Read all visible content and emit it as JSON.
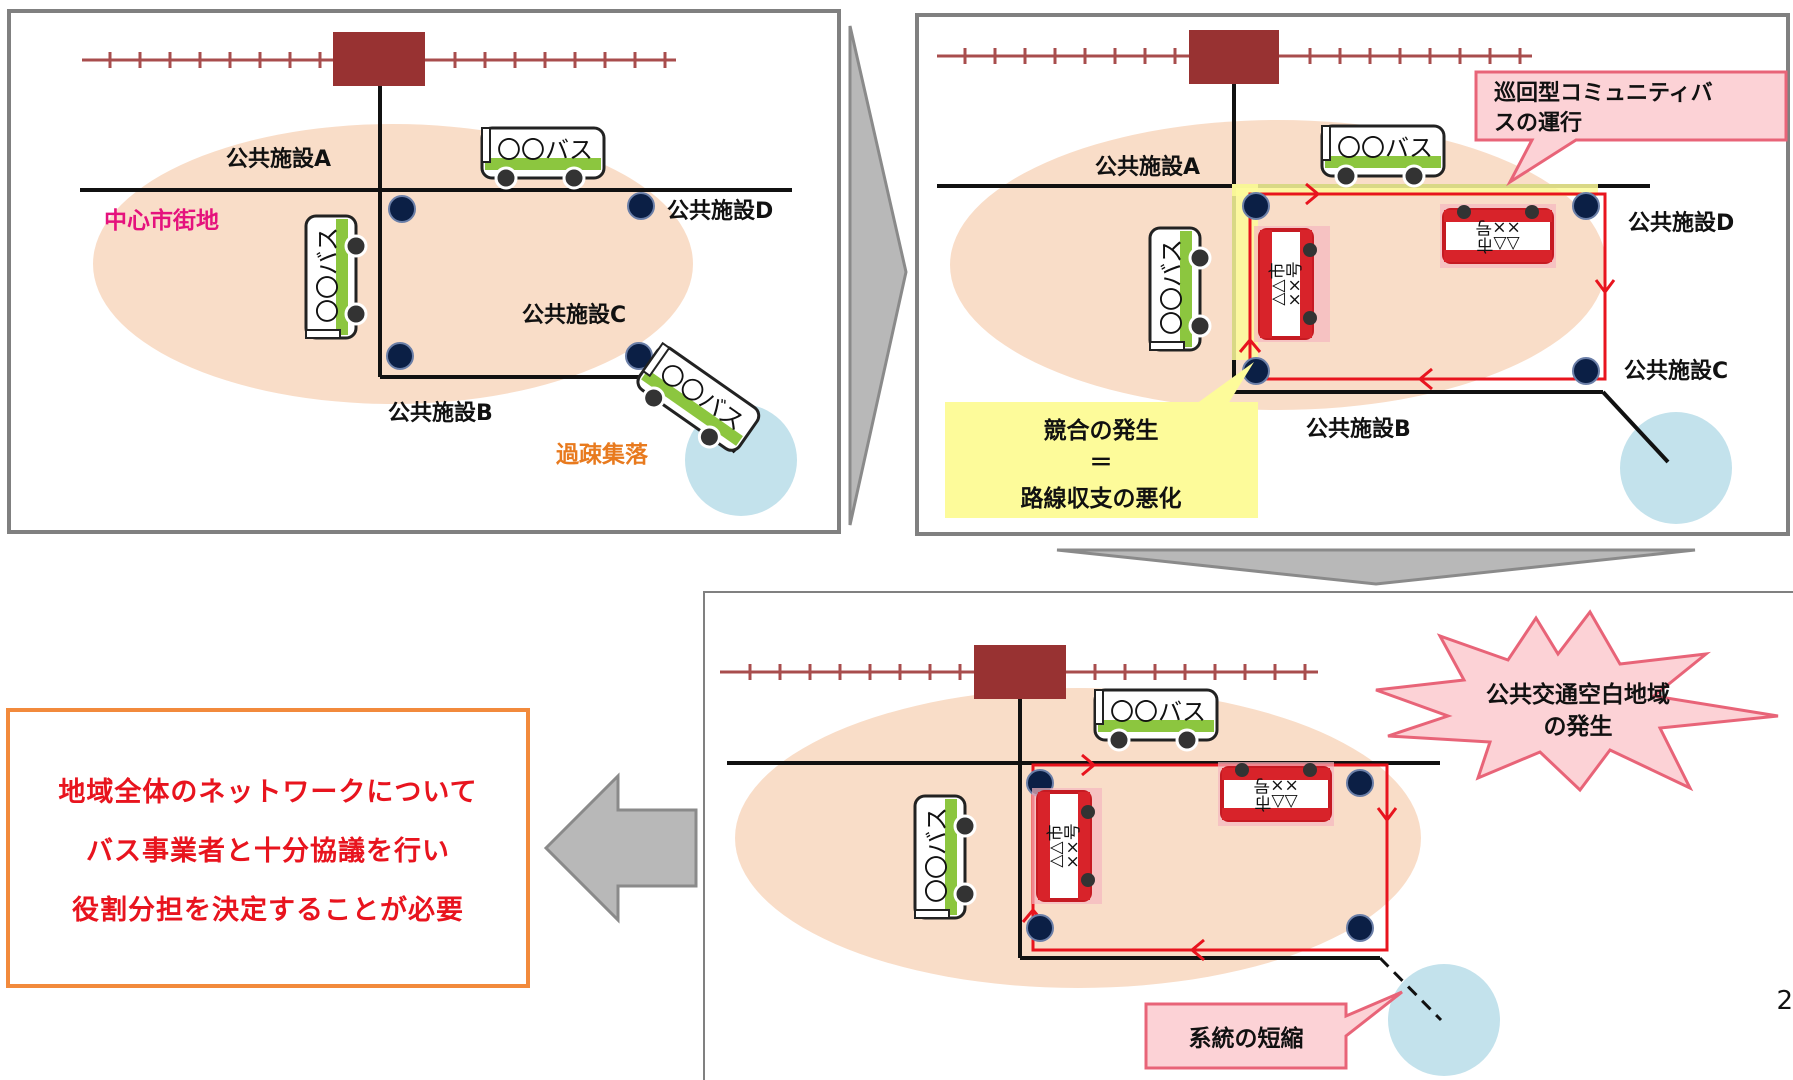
{
  "panel1": {
    "facility_a": "公共施設A",
    "facility_b": "公共施設B",
    "facility_c": "公共施設C",
    "facility_d": "公共施設D",
    "downtown": "中心市街地",
    "depopulated": "過疎集落",
    "private_bus_text": "〇〇バス"
  },
  "panel2": {
    "facility_a": "公共施設A",
    "facility_b": "公共施設B",
    "facility_c": "公共施設C",
    "facility_d": "公共施設D",
    "community_bus_callout": [
      "巡回型コミュニティバ",
      "スの運行"
    ],
    "competition_box": [
      "競合の発生",
      "＝",
      "路線収支の悪化"
    ],
    "private_bus_text": "〇〇バス",
    "city_bus_text": [
      "△△市",
      "××号"
    ]
  },
  "panel3": {
    "blank_area_burst": [
      "公共交通空白地域",
      "の発生"
    ],
    "route_shortening": "系統の短縮",
    "private_bus_text": "〇〇バス",
    "city_bus_text": [
      "△△市",
      "××号"
    ]
  },
  "conclusion": {
    "line1": "地域全体のネットワークについて",
    "line2": "バス事業者と十分協議を行い",
    "line3": "役割分担を決定することが必要"
  },
  "page_number": "2",
  "colors": {
    "downtown_fill": "#f9ddc8",
    "settlement_fill": "#c3e2ec",
    "station_fill": "#983232",
    "track": "#a84d4d",
    "route_red": "#e8141e",
    "callout_pink": "#fcd2d6",
    "competition_yellow": "#fdfb9a",
    "arrow_gray": "#b8b8b8",
    "downtown_text": "#e5127d",
    "settlement_text": "#e87a1e"
  }
}
